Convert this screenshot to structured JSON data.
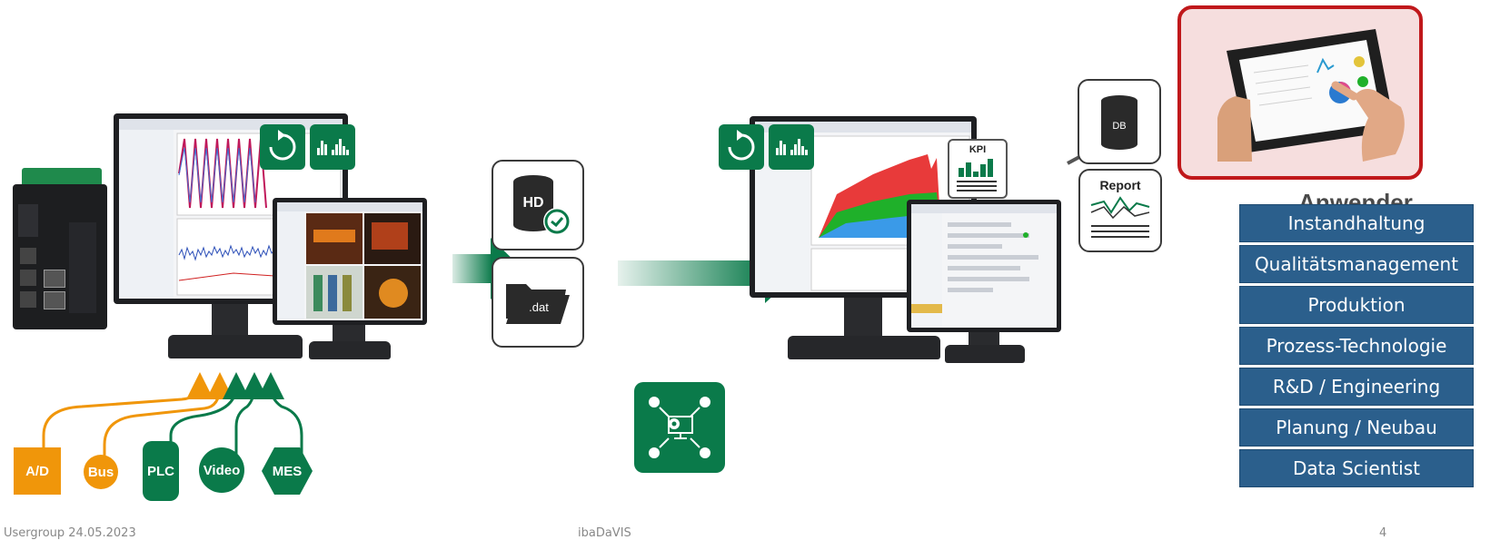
{
  "sources": {
    "ad": "A/D",
    "bus": "Bus",
    "plc": "PLC",
    "video": "Video",
    "mes": "MES"
  },
  "storage": {
    "hd_label": "HD",
    "dat_label": ".dat"
  },
  "outputs": {
    "kpi_label": "KPI",
    "db_label": "DB",
    "report_label": "Report"
  },
  "users": {
    "title": "Anwender",
    "items": [
      "Instandhaltung",
      "Qualitätsmanagement",
      "Produktion",
      "Prozess-Technologie",
      "R&D / Engineering",
      "Planung / Neubau",
      "Data Scientist"
    ]
  },
  "footer": {
    "left": "Usergroup 24.05.2023",
    "center": "ibaDaVIS",
    "right": "4"
  },
  "colors": {
    "green": "#0a7a4a",
    "blue_box": "#2b5f8c",
    "orange": "#f0960a",
    "red_frame": "#c0181b"
  }
}
